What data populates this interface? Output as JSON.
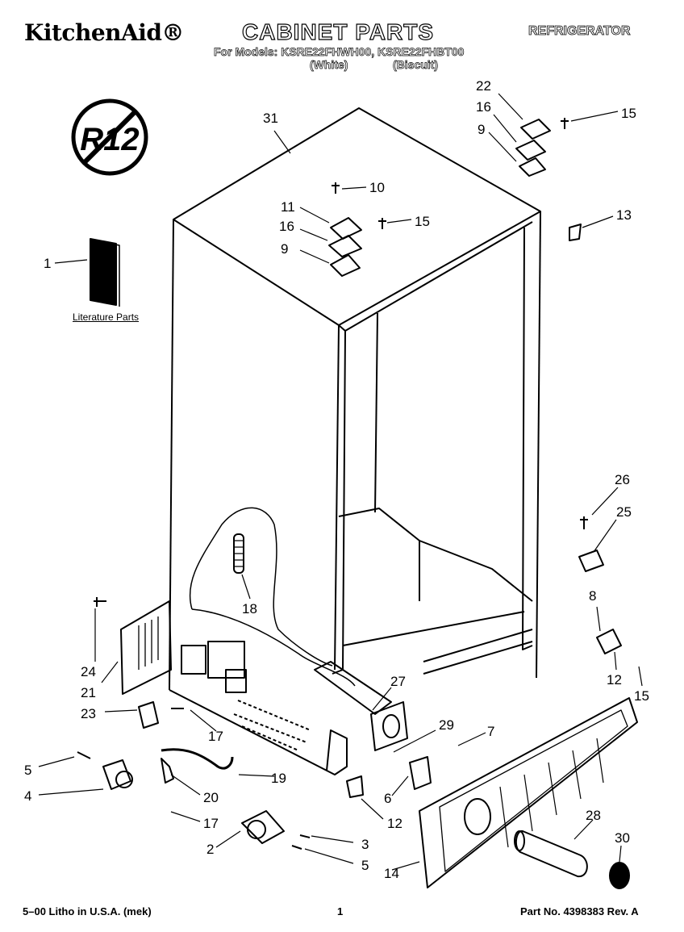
{
  "header": {
    "brand": "KitchenAid®",
    "title": "CABINET PARTS",
    "product": "REFRIGERATOR",
    "models_line": "For Models: KSRE22FHWH00, KSRE22FHBT00",
    "variant_white": "(White)",
    "variant_biscuit": "(Biscuit)"
  },
  "badge": {
    "text": "R12"
  },
  "literature": {
    "label": "Literature Parts"
  },
  "callouts": [
    "1",
    "2",
    "3",
    "4",
    "5",
    "5",
    "6",
    "7",
    "8",
    "9",
    "9",
    "10",
    "11",
    "12",
    "12",
    "13",
    "14",
    "15",
    "15",
    "15",
    "16",
    "16",
    "17",
    "17",
    "18",
    "19",
    "20",
    "21",
    "22",
    "23",
    "24",
    "25",
    "26",
    "27",
    "28",
    "29",
    "30",
    "31"
  ],
  "footer": {
    "left": "5–00 Litho in U.S.A. (mek)",
    "center": "1",
    "right": "Part No. 4398383 Rev. A"
  }
}
